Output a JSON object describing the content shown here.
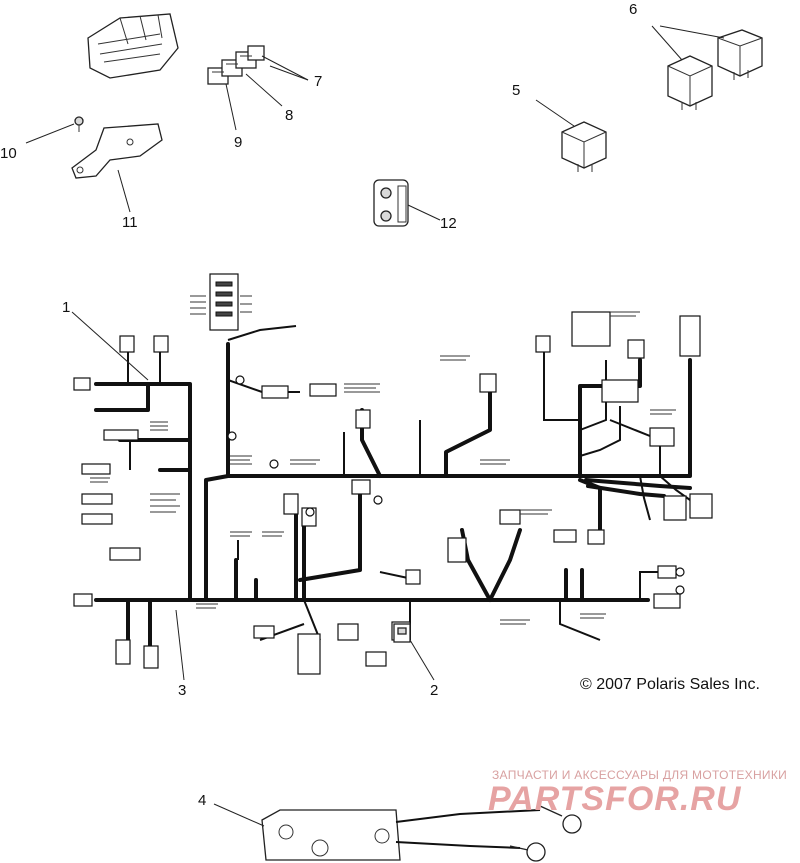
{
  "callouts": [
    "1",
    "2",
    "3",
    "4",
    "5",
    "6",
    "7",
    "8",
    "9",
    "10",
    "11",
    "12"
  ],
  "copyright": "© 2007 Polaris Sales Inc.",
  "watermark": {
    "subtitle": "ЗАПЧАСТИ И АКСЕССУАРЫ ДЛЯ МОТОТЕХНИКИ",
    "brand": "PARTSFOR.RU"
  },
  "colors": {
    "line": "#111111",
    "watermark": "#e6a3a3"
  }
}
